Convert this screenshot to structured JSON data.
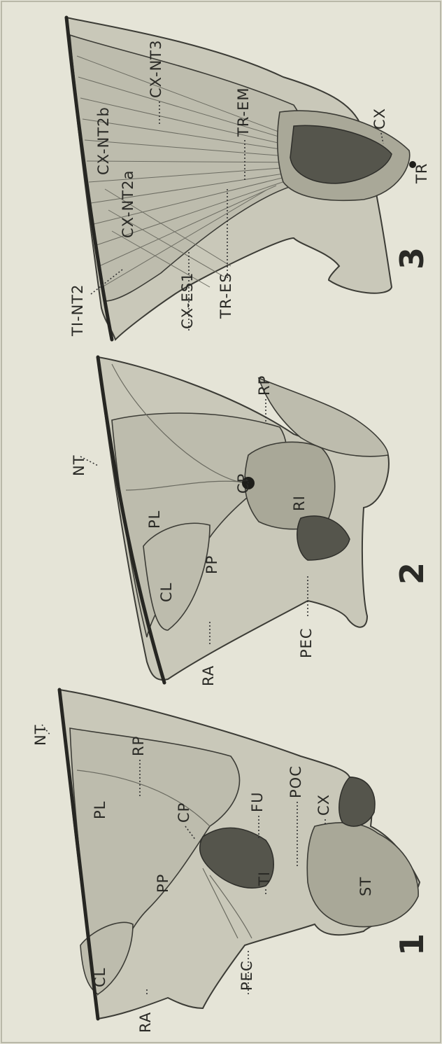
{
  "figures": [
    {
      "number": "1",
      "labels": {
        "nt": "NT",
        "pl": "PL",
        "cl": "CL",
        "pp": "PP",
        "cp": "CP",
        "rp": "RP",
        "fu": "FU",
        "poc": "POC",
        "cx": "CX",
        "ti": "TI",
        "st": "ST",
        "pec": "PEC",
        "ra": "RA"
      }
    },
    {
      "number": "2",
      "labels": {
        "nt": "NT",
        "pl": "PL",
        "cl": "CL",
        "pp": "PP",
        "cp": "CP",
        "rp": "RP",
        "ri": "RI",
        "star": "*",
        "pec": "PEC",
        "ra": "RA"
      }
    },
    {
      "number": "3",
      "labels": {
        "cx_nt3": "CX-NT3",
        "cx_nt2b": "CX-NT2b",
        "cx_nt2a": "CX-NT2a",
        "ti_nt2": "TI-NT2",
        "tr_em": "TR-EM",
        "cx": "CX",
        "tr": "TR",
        "cx_es1": "CX-ES1",
        "tr_es": "TR-ES"
      }
    }
  ]
}
